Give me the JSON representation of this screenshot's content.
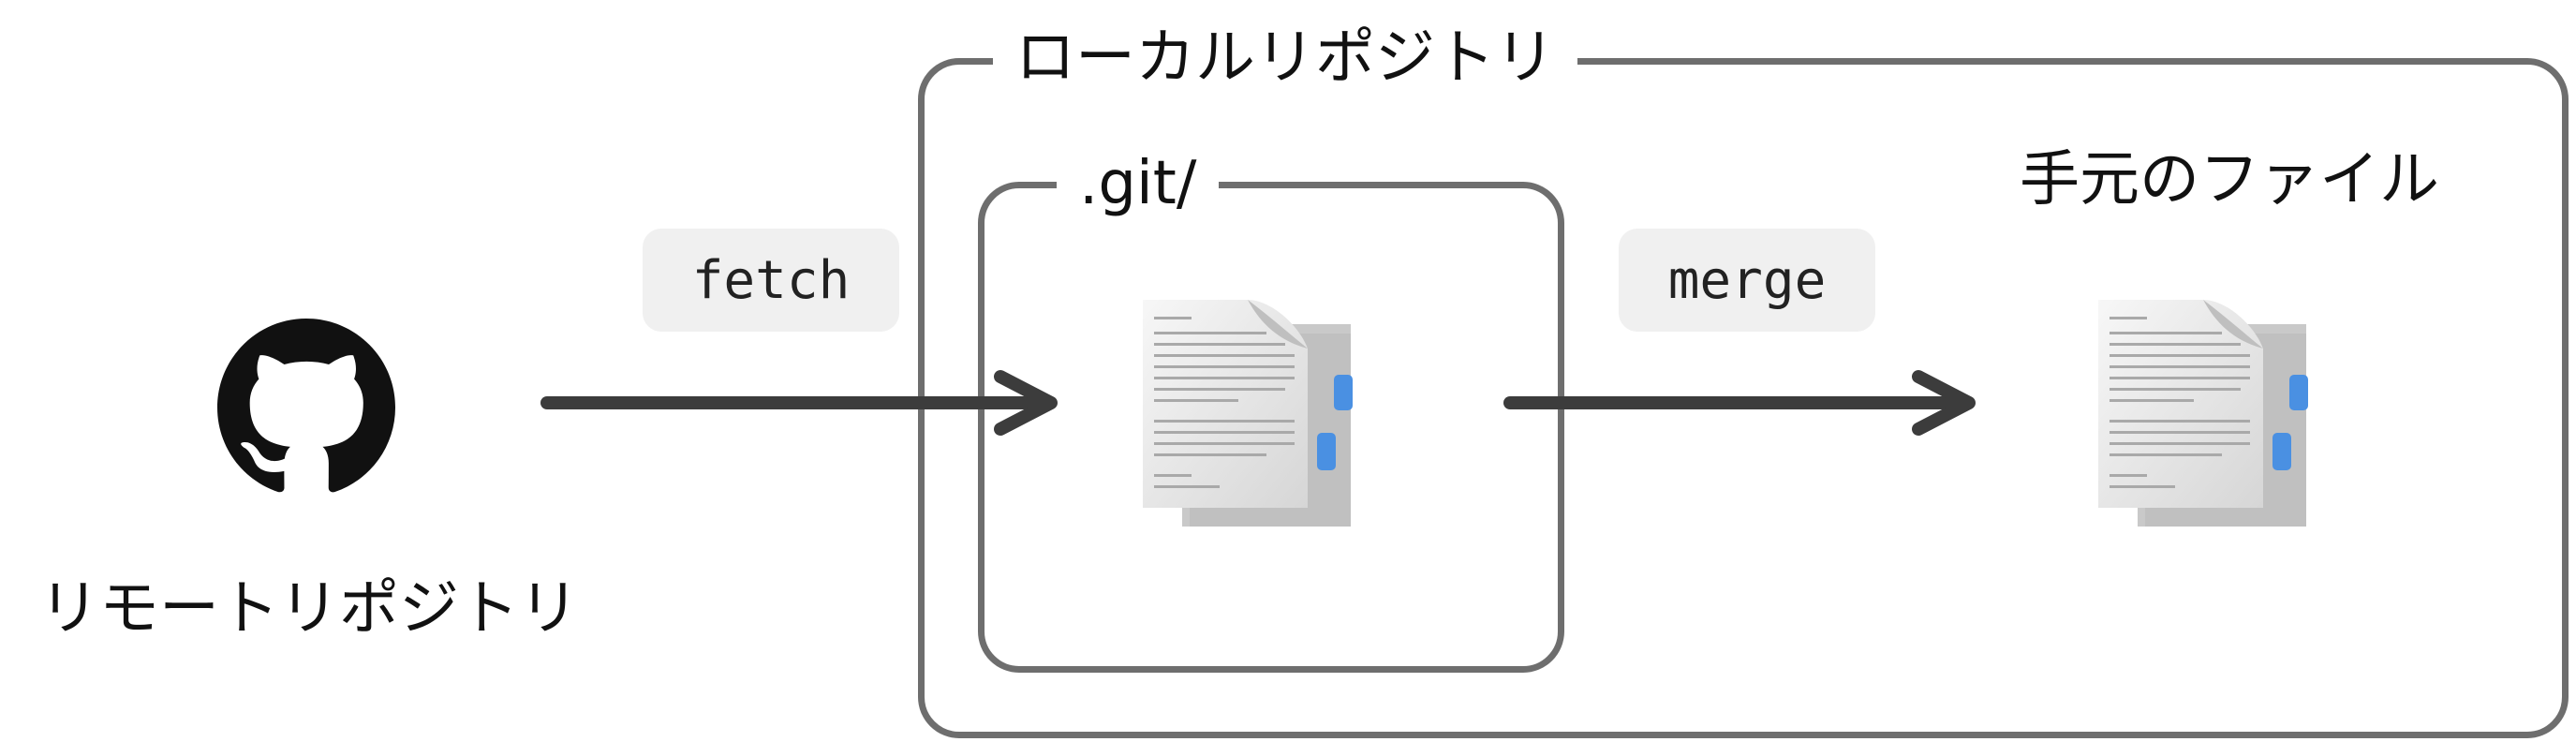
{
  "local_repo": {
    "label": "ローカルリポジトリ"
  },
  "git_dir": {
    "label": ".git/"
  },
  "working_files": {
    "label": "手元のファイル"
  },
  "remote_repo": {
    "label": "リモートリポジトリ",
    "icon": "github-icon"
  },
  "fetch": {
    "label": "fetch"
  },
  "merge": {
    "label": "merge"
  },
  "colors": {
    "box_border": "#6e6e6e",
    "arrow": "#3c3c3c",
    "pill_bg": "#f0f0f0",
    "doc_tab": "#4a90e2"
  }
}
